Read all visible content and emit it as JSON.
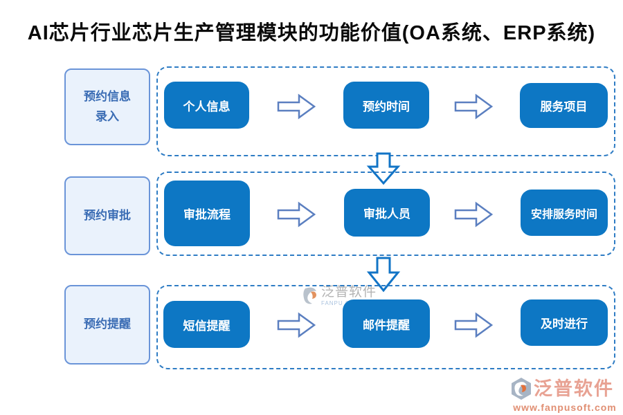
{
  "title": "AI芯片行业芯片生产管理模块的功能价值(OA系统、ERP系统)",
  "colors": {
    "step_box_fill": "#0d77c4",
    "side_label_fill": "#eaf2fc",
    "side_label_border": "#6a94d8",
    "side_label_text": "#3a6cb4",
    "dashed_border": "#2e7cc4",
    "right_arrow_outline": "#5b7fc0",
    "down_arrow_outline": "#1274c6",
    "watermark_text": "#b3b3b3",
    "footer_text": "#e8a293",
    "footer_url_text": "#e18f73"
  },
  "rows": [
    {
      "label_line1": "预约信息",
      "label_line2": "录入",
      "steps": [
        "个人信息",
        "预约时间",
        "服务项目"
      ]
    },
    {
      "label_line1": "预约审批",
      "label_line2": "",
      "steps": [
        "审批流程",
        "审批人员",
        "安排服务时间"
      ]
    },
    {
      "label_line1": "预约提醒",
      "label_line2": "",
      "steps": [
        "短信提醒",
        "邮件提醒",
        "及时进行"
      ]
    }
  ],
  "watermark": {
    "name": "泛普软件",
    "subtitle": "FANPU SOFT"
  },
  "footer_logo": {
    "name": "泛普软件",
    "url": "www.fanpusoft.com"
  }
}
